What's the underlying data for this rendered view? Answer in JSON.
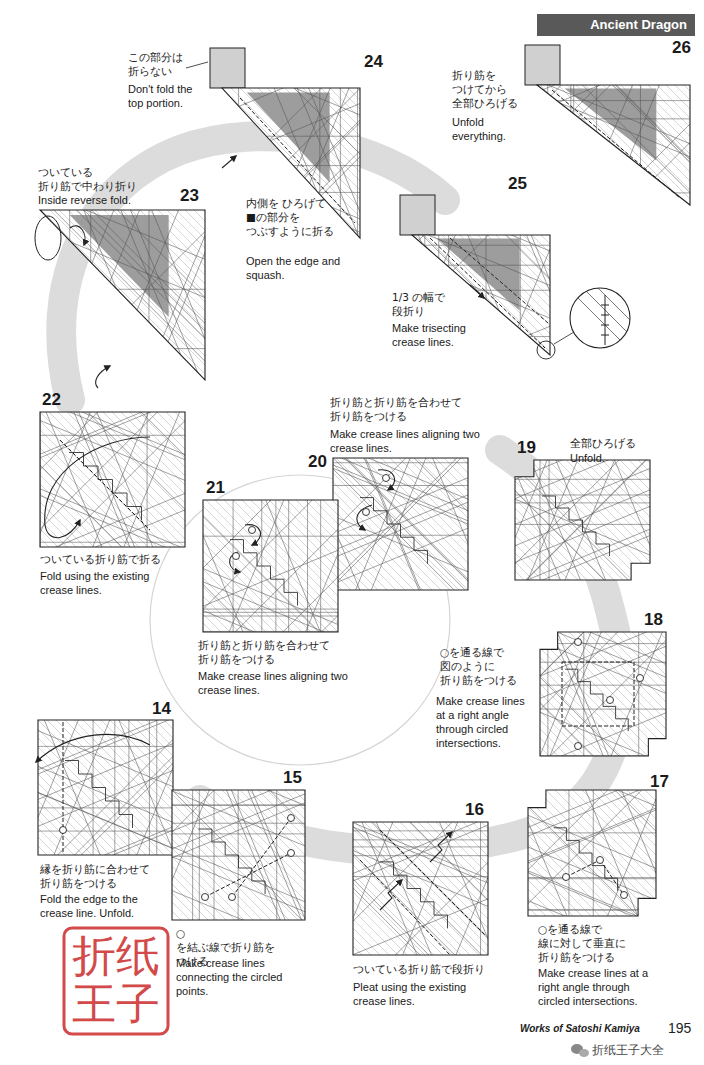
{
  "diagram": {
    "title": "Ancient Dragon",
    "nodes": [
      {
        "text": [
          "14",
          "縁を折り筋に合わせて 折り筋をつける",
          "Fold the edge to the crease line. Unfold."
        ]
      },
      {
        "text": [
          "15",
          "○を結ぶ線で折り筋を つける",
          "Make crease lines connecting the circled points."
        ]
      },
      {
        "text": [
          "16",
          "ついている折り筋で段折り",
          "Pleat using the existing crease lines."
        ]
      },
      {
        "text": [
          "17",
          "○を通る線で 線に対して垂直に 折り筋をつける",
          "Make crease lines at a right angle through circled intersections."
        ]
      },
      {
        "text": [
          "18",
          "○を通る線で 図のように 折り筋をつける",
          "Make crease lines at a right angle through circled intersections."
        ]
      },
      {
        "text": [
          "19",
          "全部ひろげる",
          "Unfold."
        ]
      },
      {
        "text": [
          "20",
          "折り筋と折り筋を合わせて 折り筋をつける",
          "Make crease lines aligning two crease lines."
        ]
      },
      {
        "text": [
          "21",
          "折り筋と折り筋を合わせて 折り筋をつける",
          "Make crease lines aligning two crease lines."
        ]
      },
      {
        "text": [
          "22",
          "ついている折り筋で折る",
          "Fold using the existing crease lines."
        ]
      },
      {
        "text": [
          "23",
          "ついている 折り筋で中わり折り",
          "Inside reverse fold."
        ]
      },
      {
        "text": [
          "24",
          "この部分は 折らない",
          "Don't fold the top portion.",
          "内側を ひろげて ■の部分を つぶすように折る",
          "Open the edge and squash."
        ]
      },
      {
        "text": [
          "25",
          "1/3 の幅で 段折り",
          "Make trisecting crease lines."
        ]
      },
      {
        "text": [
          "26",
          "折り筋を つけてから 全部ひろげる",
          "Unfold everything."
        ]
      }
    ],
    "labels": [
      "Works of Satoshi Kamiya",
      "195",
      "折纸王子",
      "折纸王子大全"
    ]
  }
}
